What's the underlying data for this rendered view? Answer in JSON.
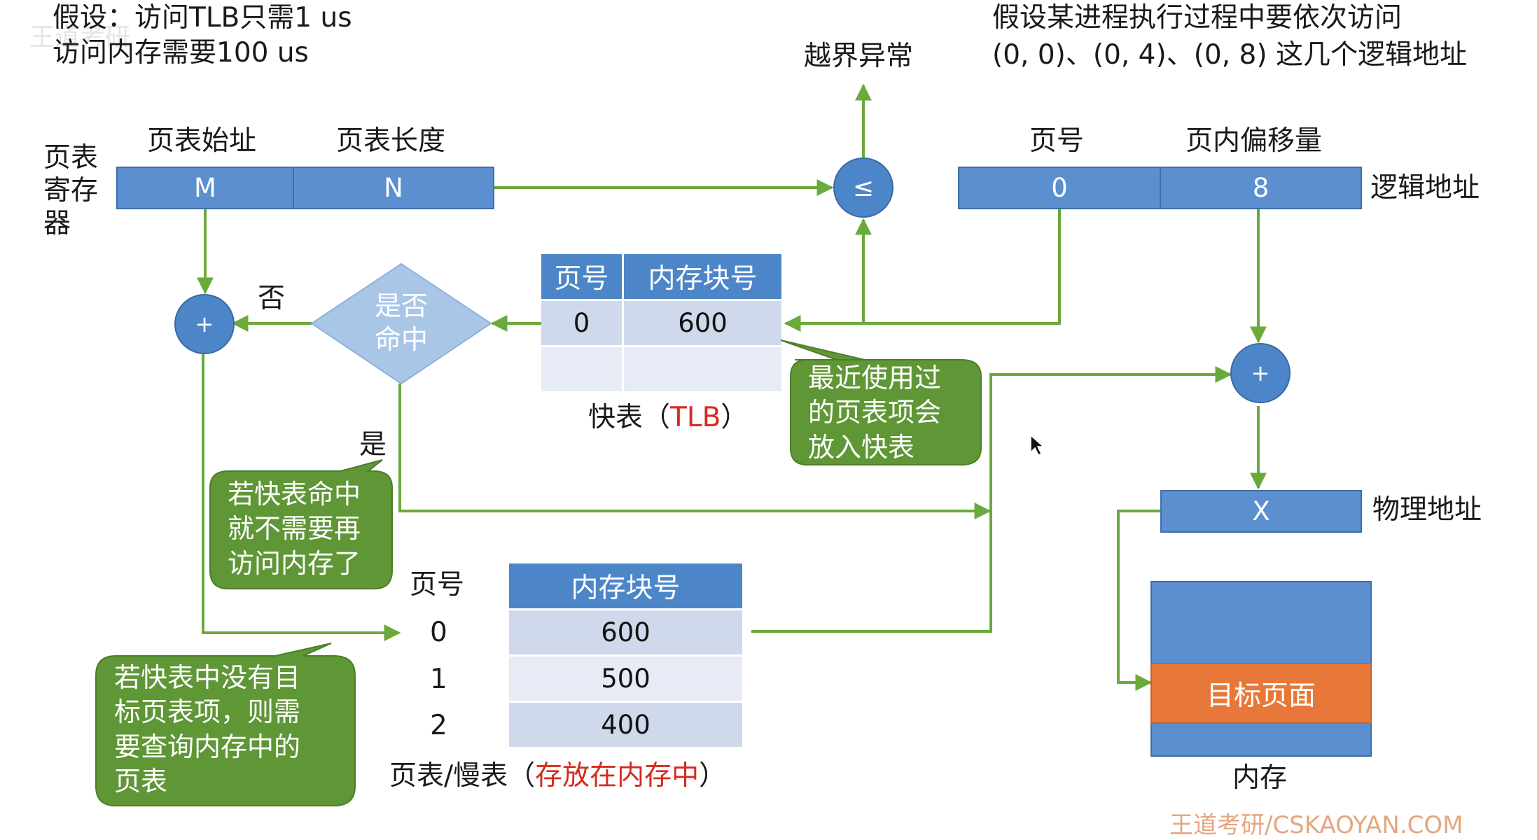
{
  "watermark_top": "王道考研",
  "assumption": {
    "line1": "假设：访问TLB只需1 us",
    "line2": "访问内存需要100 us"
  },
  "question": {
    "line1": "假设某进程执行过程中要依次访问",
    "line2": "(0, 0)、(0, 4)、(0, 8) 这几个逻辑地址"
  },
  "exception_label": "越界异常",
  "page_table_register": {
    "label": "页表\n寄存\n器",
    "start_header": "页表始址",
    "length_header": "页表长度",
    "start_value": "M",
    "length_value": "N"
  },
  "compare_symbol": "≤",
  "logical_address": {
    "page_header": "页号",
    "offset_header": "页内偏移量",
    "page_value": "0",
    "offset_value": "8",
    "label": "逻辑地址"
  },
  "adder_symbol": "+",
  "decision": {
    "text": "是否\n命中",
    "no_label": "否",
    "yes_label": "是"
  },
  "tlb": {
    "headers": [
      "页号",
      "内存块号"
    ],
    "rows": [
      [
        "0",
        "600"
      ],
      [
        "",
        ""
      ]
    ],
    "caption_main": "快表（",
    "caption_red": "TLB",
    "caption_end": "）"
  },
  "callouts": {
    "recent": "最近使用过\n的页表项会\n放入快表",
    "hit": "若快表命中\n就不需要再\n访问内存了",
    "miss": "若快表中没有目\n标页表项，则需\n要查询内存中的\n页表"
  },
  "page_table": {
    "page_col_header": "页号",
    "block_col_header": "内存块号",
    "rows": [
      [
        "0",
        "600"
      ],
      [
        "1",
        "500"
      ],
      [
        "2",
        "400"
      ]
    ],
    "caption_main": "页表/慢表（",
    "caption_red": "存放在内存中",
    "caption_end": "）"
  },
  "physical_address": {
    "value": "X",
    "label": "物理地址"
  },
  "memory": {
    "target_label": "目标页面",
    "label": "内存"
  },
  "watermark_bottom": "王道考研/CSKAOYAN.COM",
  "colors": {
    "arrow": "#6aaa3a",
    "blue_box": "#5b8fcf",
    "callout": "#5f9636",
    "target_page": "#e8783a",
    "highlight_red": "#d62b1f"
  }
}
